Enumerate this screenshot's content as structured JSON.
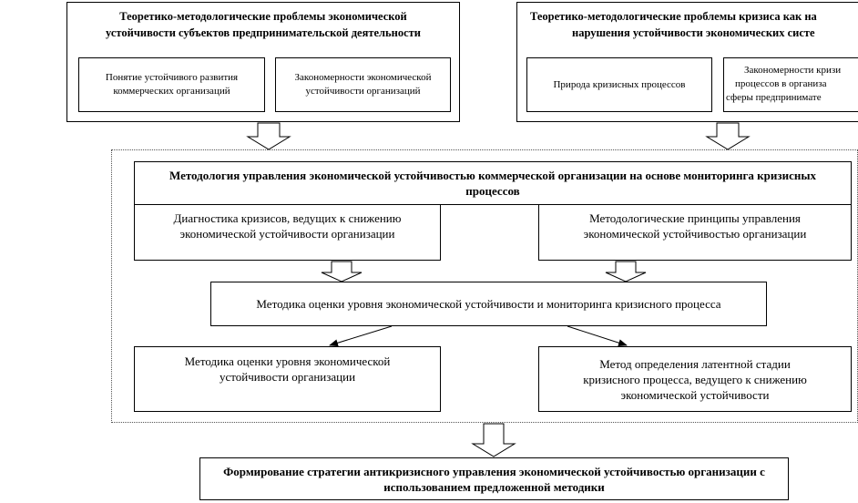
{
  "top_left": {
    "title": "Теоретико-методологические проблемы экономической устойчивости субъектов предпринимательской деятельности",
    "title_line1": "Теоретико-методологические проблемы экономической",
    "title_line2": "устойчивости субъектов предпринимательской деятельности",
    "sub1": "Понятие устойчивого развития коммерческих организаций",
    "sub2": "Закономерности экономической устойчивости организаций"
  },
  "top_right": {
    "title_line1": "Теоретико-методологические проблемы кризиса как на",
    "title_line2": "нарушения устойчивости экономических систе",
    "sub1": "Природа кризисных процессов",
    "sub2_line1": "Закономерности кризи",
    "sub2_line2": "процессов в организа",
    "sub2_line3": "сферы предпринимате"
  },
  "methodology": {
    "title": "Методология управления экономической устойчивостью коммерческой организации на основе мониторинга кризисных процессов",
    "left": "Диагностика кризисов, ведущих к снижению экономической устойчивости организации",
    "right": "Методологические принципы управления экономической устойчивостью организации"
  },
  "method_center": "Методика оценки уровня экономической устойчивости и мониторинга кризисного процесса",
  "bottom_left": "Методика оценки уровня экономической устойчивости организации",
  "bottom_right": "Метод определения латентной стадии кризисного процесса, ведущего к снижению экономической устойчивости",
  "final": "Формирование стратегии антикризисного управления экономической устойчивостью организации с использованием предложенной методики"
}
